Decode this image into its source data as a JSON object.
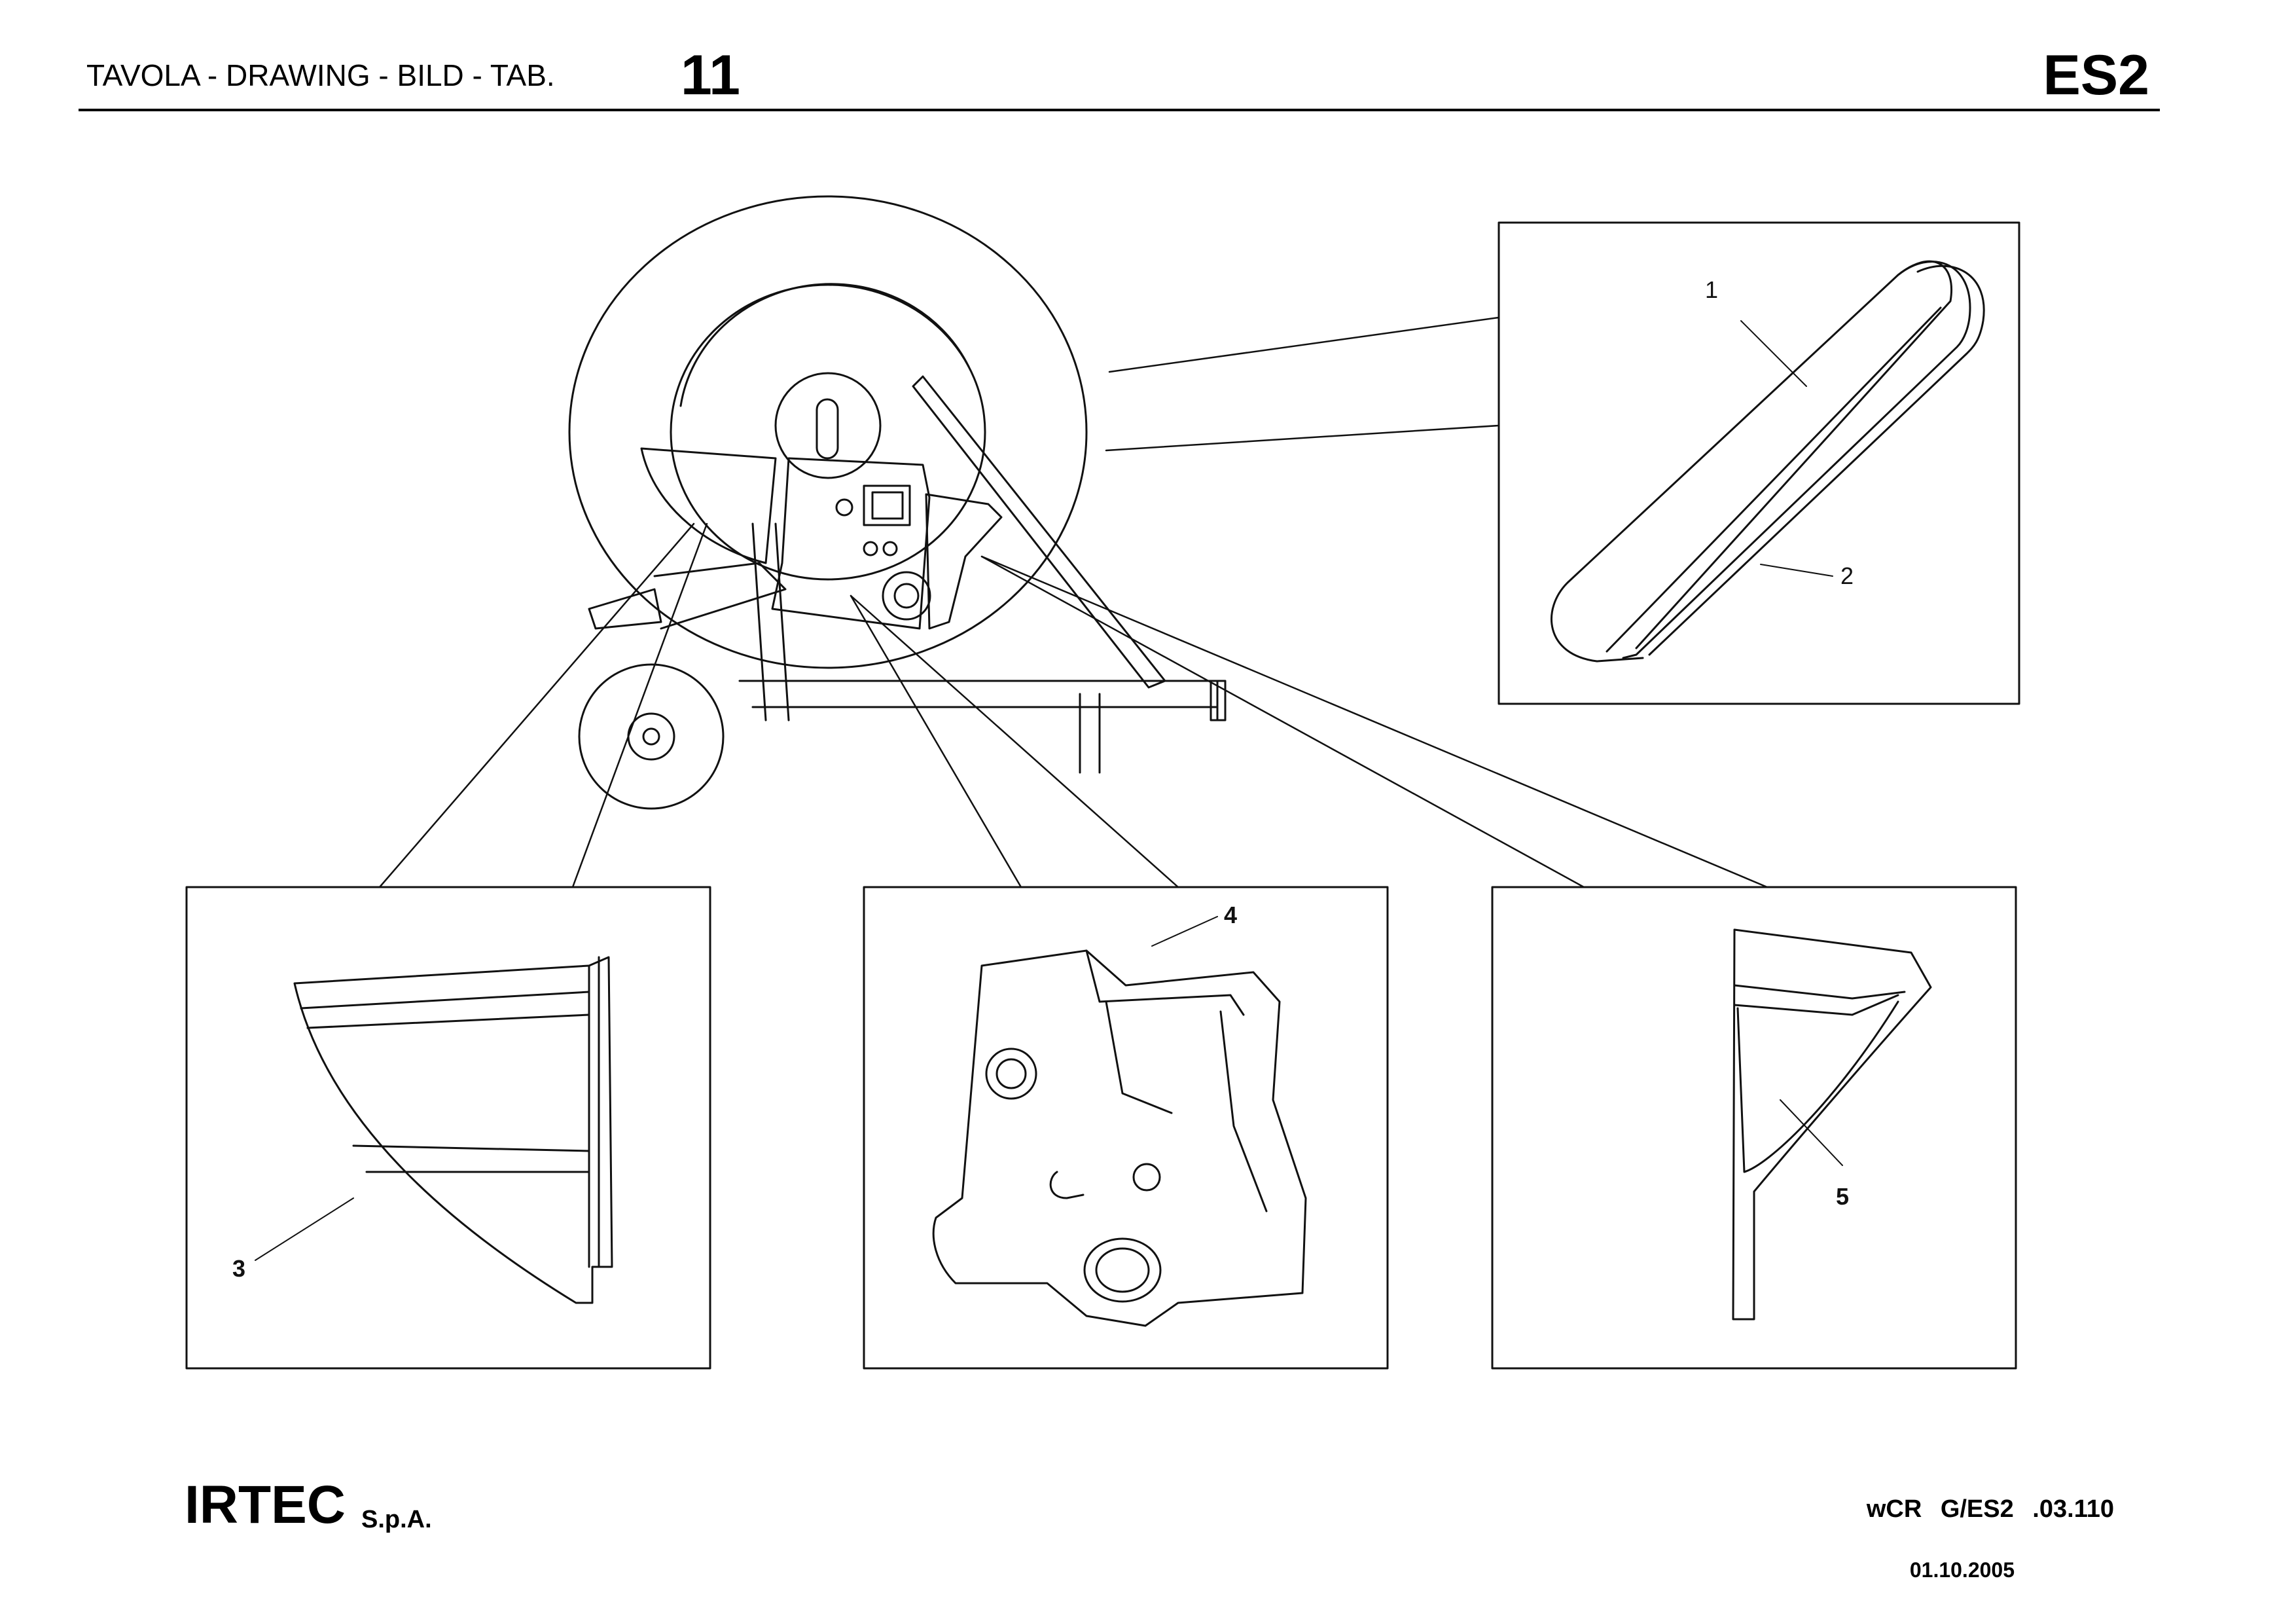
{
  "header": {
    "label": "TAVOLA - DRAWING - BILD - TAB.",
    "table_number": "11",
    "model_code": "ES2"
  },
  "callouts": [
    "1",
    "2",
    "3",
    "4",
    "5"
  ],
  "footer": {
    "company": "IRTEC",
    "company_suffix": "S.p.A.",
    "document_ref": "wCR  G/ES2  .03.110",
    "date": "01.10.2005"
  }
}
